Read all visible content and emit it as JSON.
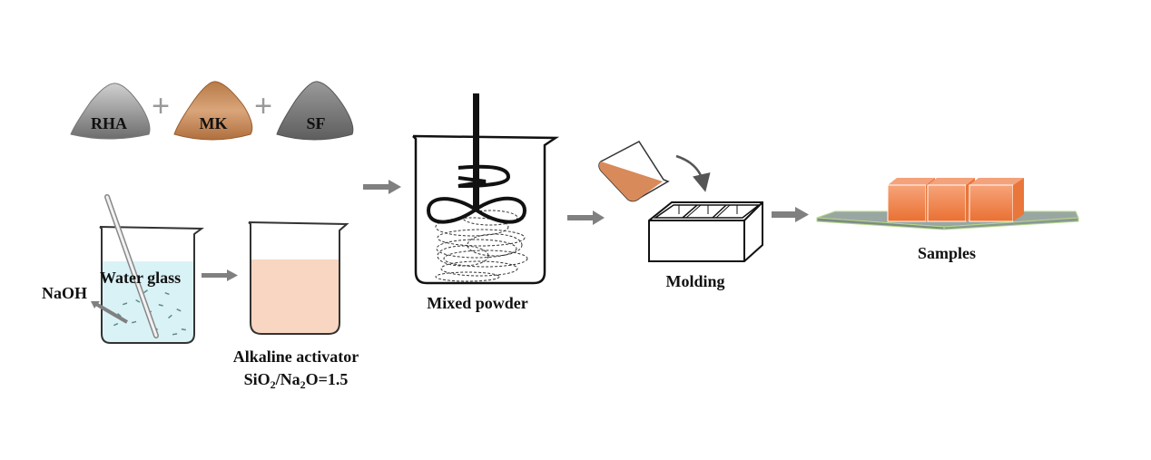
{
  "materials": {
    "rha": "RHA",
    "mk": "MK",
    "sf": "SF",
    "plus": "+"
  },
  "labels": {
    "water_glass": "Water glass",
    "naoh": "NaOH",
    "alkaline_activator": "Alkaline activator",
    "ratio_si": "SiO",
    "ratio_sub1": "2",
    "ratio_mid": "/Na",
    "ratio_sub2": "2",
    "ratio_end": "O=1.5",
    "mixed_powder": "Mixed powder",
    "molding": "Molding",
    "samples": "Samples"
  },
  "colors": {
    "rha": "#8c8c8c",
    "mk": "#c98a57",
    "sf": "#7a7a7a",
    "water": "#d9f2f6",
    "activator": "#f9d6c1",
    "pour_liquid": "#d98a5a",
    "cube": "#ee7d3a",
    "plate": "#8a9793",
    "arrow": "#808080"
  }
}
